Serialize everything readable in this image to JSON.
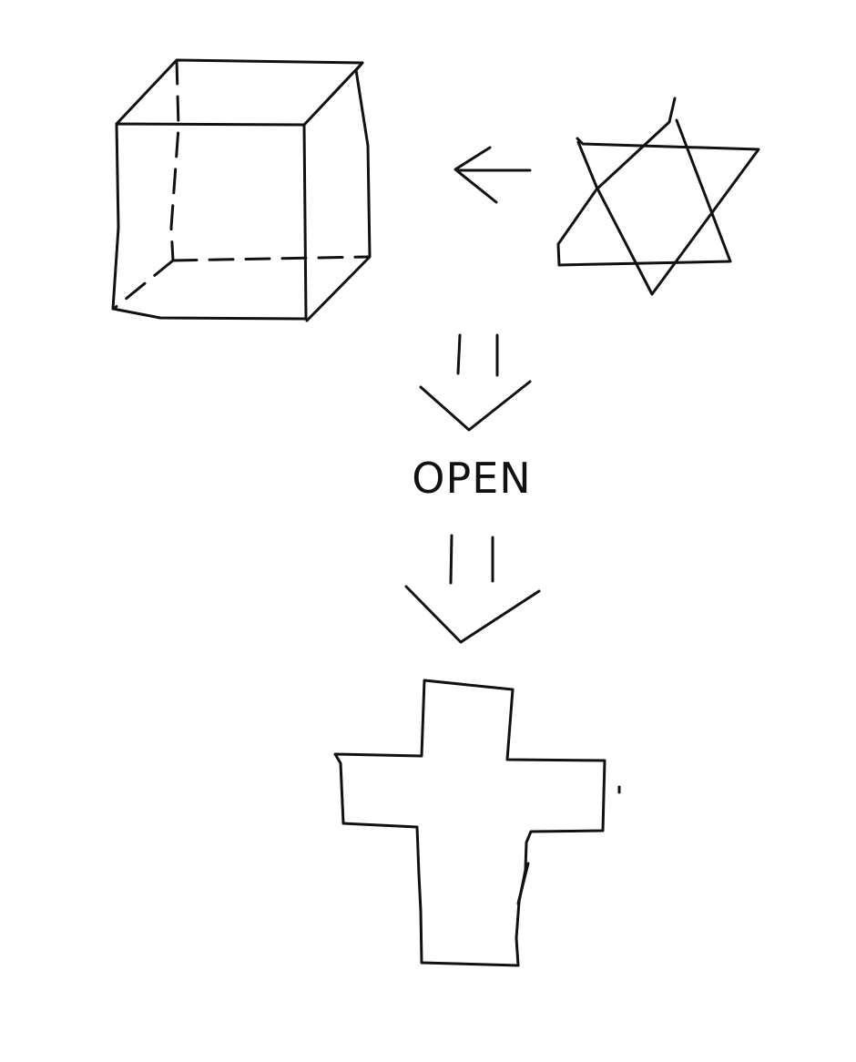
{
  "diagram": {
    "center_label": "OPEN",
    "shapes": {
      "cube": "cube-sketch",
      "star": "star-of-david-sketch",
      "cross": "cross-sketch"
    },
    "arrows": {
      "star_to_cube": "left-arrow",
      "cube_to_open": "down-double-arrow",
      "open_to_cross": "down-double-arrow"
    },
    "ink_color": "#111111",
    "background_color": "#ffffff"
  }
}
